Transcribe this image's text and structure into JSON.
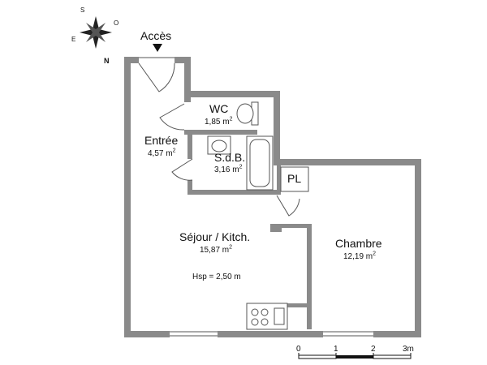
{
  "compass": {
    "north": "N",
    "south": "S",
    "east": "E",
    "west": "O"
  },
  "access": {
    "label": "Accès"
  },
  "rooms": [
    {
      "key": "wc",
      "name": "WC",
      "area": "1,85 m",
      "unit_sup": "2"
    },
    {
      "key": "entree",
      "name": "Entrée",
      "area": "4,57 m",
      "unit_sup": "2"
    },
    {
      "key": "sdb",
      "name": "S.d.B.",
      "area": "3,16 m",
      "unit_sup": "2"
    },
    {
      "key": "pl",
      "name": "PL"
    },
    {
      "key": "sejour",
      "name": "Séjour / Kitch.",
      "area": "15,87 m",
      "unit_sup": "2"
    },
    {
      "key": "chambre",
      "name": "Chambre",
      "area": "12,19 m",
      "unit_sup": "2"
    }
  ],
  "ceiling_height": "Hsp = 2,50 m",
  "scale_bar": {
    "ticks": [
      "0",
      "1",
      "2",
      "3m"
    ]
  },
  "colors": {
    "wall": "#8a8a8a",
    "line": "#555555",
    "text": "#111111"
  }
}
